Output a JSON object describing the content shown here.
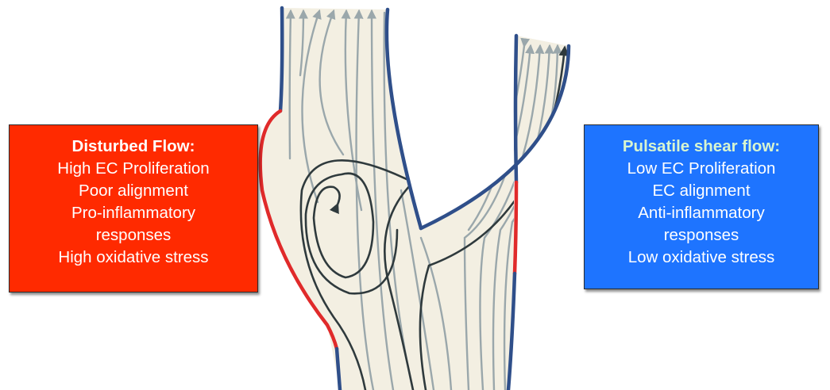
{
  "colors": {
    "disturbed_box": "#ff2a00",
    "pulsatile_box": "#1e74ff",
    "vessel_fill": "#f3efe2",
    "vessel_wall": "#2f4f8a",
    "disturbed_wall": "#e02a2a",
    "laminar_streamline": "#9aa7ab",
    "disturbed_streamline": "#2f3a3d"
  },
  "disturbed_flow": {
    "heading": "Disturbed Flow:",
    "lines": [
      "High EC Proliferation",
      "Poor alignment",
      "Pro-inflammatory",
      "responses",
      "High oxidative stress"
    ]
  },
  "pulsatile_flow": {
    "heading": "Pulsatile shear flow:",
    "lines": [
      "Low EC Proliferation",
      "EC alignment",
      "Anti-inflammatory",
      "responses",
      "Low oxidative stress"
    ]
  }
}
